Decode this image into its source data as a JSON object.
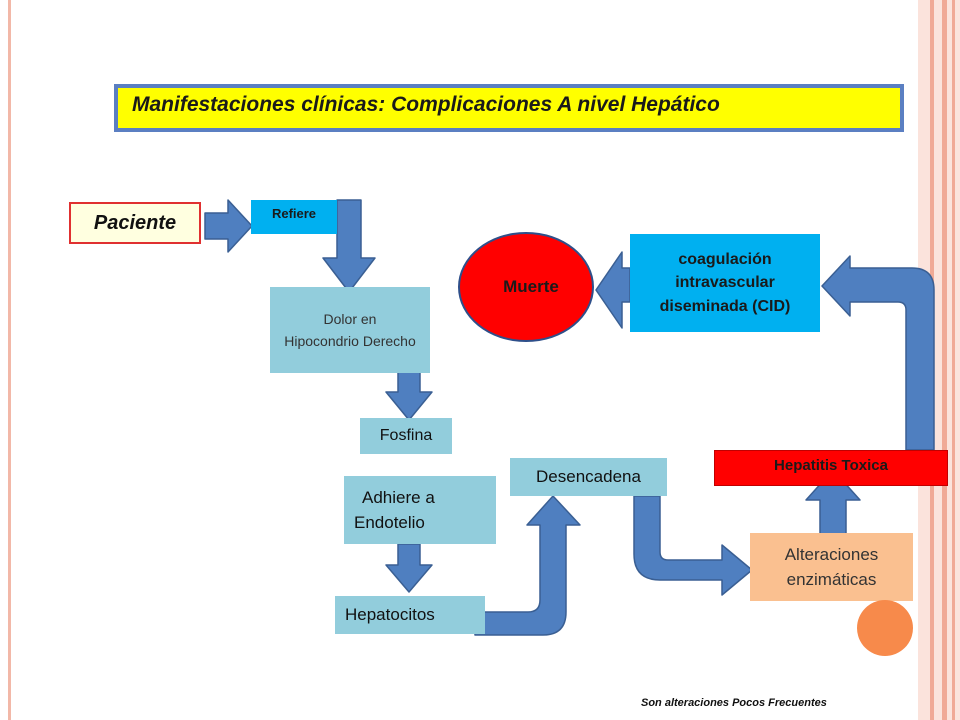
{
  "slide": {
    "title": "Manifestaciones clínicas: Complicaciones  A nivel  Hepático",
    "footnote": "Son alteraciones Pocos Frecuentes"
  },
  "nodes": {
    "paciente": "Paciente",
    "refiere": "Refiere",
    "dolor_line1": "Dolor en",
    "dolor_line2": "Hipocondrio Derecho",
    "fosfina": "Fosfina",
    "adhiere_line1": "Adhiere a",
    "adhiere_line2": "Endotelio",
    "hepatocitos": "Hepatocitos",
    "desencadena": "Desencadena",
    "alteraciones_line1": "Alteraciones",
    "alteraciones_line2": "enzimáticas",
    "hepatitis": "Hepatitis Toxica",
    "cid_line1": "coagulación",
    "cid_line2": "intravascular",
    "cid_line3": "diseminada (CID)",
    "muerte": "Muerte"
  },
  "colors": {
    "arrow_fill": "#4f7fc0",
    "arrow_stroke": "#3a5f93",
    "light_blue_box": "#92cddc",
    "bright_blue_box": "#00b0f0",
    "red": "#ff0000",
    "peach_box": "#fac090",
    "orange_circle": "#f78a4b",
    "title_yellow": "#ffff00",
    "title_border": "#5b7fc2"
  }
}
